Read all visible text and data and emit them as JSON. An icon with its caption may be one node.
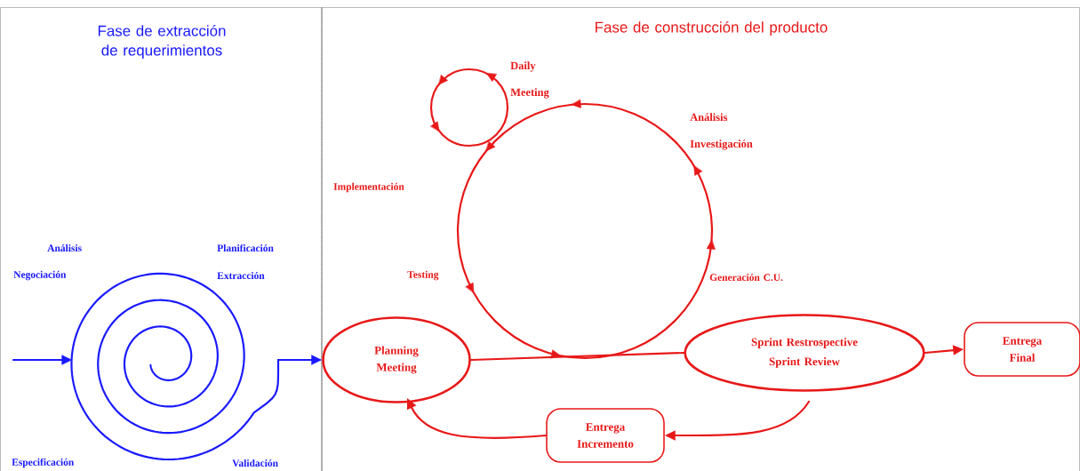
{
  "diagram": {
    "nodes": [
      {
        "text": [
          "Planning Meeting"
        ]
      },
      {
        "text": [
          "Sprint Restrospective",
          "Sprint Review"
        ]
      },
      {
        "text": [
          "Entrega Final"
        ]
      },
      {
        "text": [
          "Entrega Incremento"
        ]
      },
      {
        "text": [],
        "shape": "spiral"
      }
    ],
    "edges": [
      {
        "from": 0,
        "to": 1,
        "arrow": "none"
      },
      {
        "from": 1,
        "to": 2,
        "arrow": "to"
      },
      {
        "from": 1,
        "to": 3,
        "arrow": "to"
      },
      {
        "from": 3,
        "to": 0,
        "arrow": "to"
      },
      {
        "from": null,
        "to": 4,
        "arrow": "to",
        "color": "#1a1aff"
      },
      {
        "from": 4,
        "to": 0,
        "arrow": "to",
        "color": "#1a1aff"
      }
    ],
    "labels": [
      "Fase de extracción de requerimientos",
      "Fase de construcción del producto",
      "Daily Meeting",
      "Análisis Investigación",
      "Implementación",
      "Testing",
      "Generación C.U.",
      "Análisis",
      "Planificación",
      "Negociación",
      "Extracción",
      "Especificación",
      "Validación"
    ]
  }
}
